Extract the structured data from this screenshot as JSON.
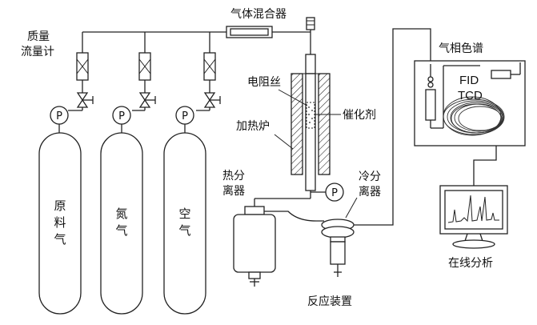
{
  "labels": {
    "mixer": "气体混合器",
    "mass_flow_meter": [
      "质量",
      "流量计"
    ],
    "pressure_gauge": "P",
    "cylinder_feed": [
      "原",
      "料",
      "气"
    ],
    "cylinder_nitrogen": [
      "氮",
      "气"
    ],
    "cylinder_air": [
      "空",
      "气"
    ],
    "resistance_wire": "电阻丝",
    "catalyst": "催化剂",
    "furnace": "加热炉",
    "hot_separator": [
      "热分",
      "离器"
    ],
    "cold_separator": [
      "冷分",
      "离器"
    ],
    "gc": "气相色谱",
    "fid": "FID",
    "tcd": "TCD",
    "online_analysis": "在线分析",
    "reaction_unit": "反应装置"
  }
}
